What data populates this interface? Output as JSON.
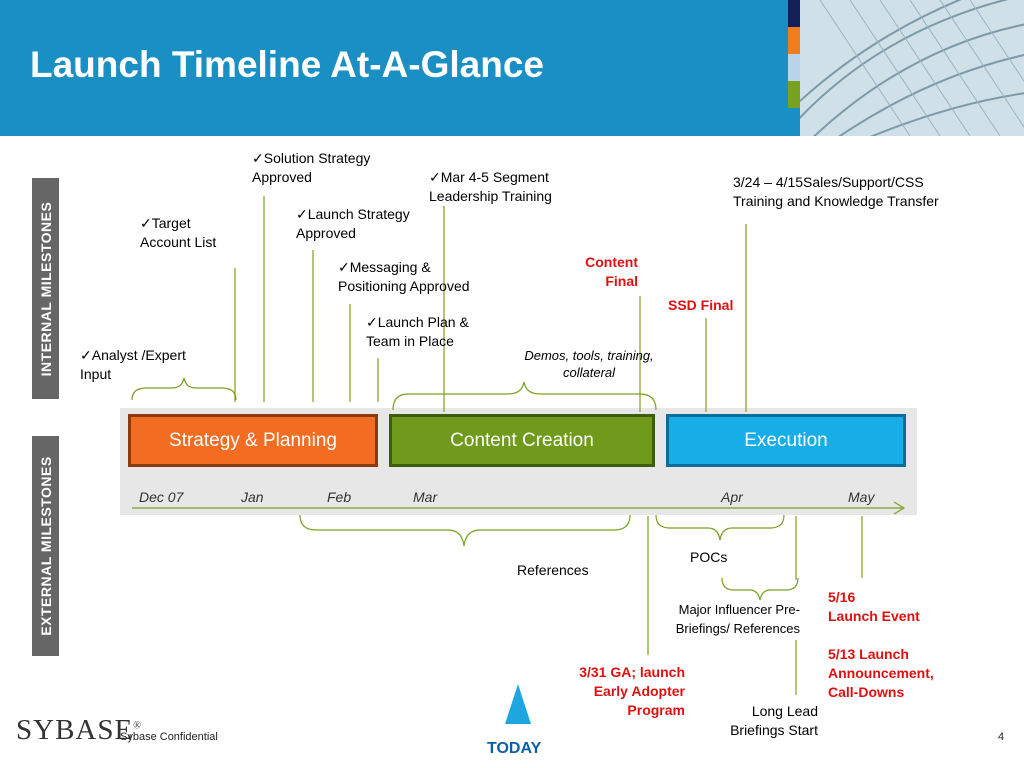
{
  "header": {
    "title": "Launch Timeline At-A-Glance",
    "accent_stripes": [
      "#12205a",
      "#f07c20",
      "#b8d4e8",
      "#7aa021"
    ]
  },
  "sections": {
    "internal": "INTERNAL MILESTONES",
    "external": "EXTERNAL MILESTONES"
  },
  "phases": [
    {
      "label": "Strategy & Planning",
      "color": "#f26c21"
    },
    {
      "label": "Content Creation",
      "color": "#6f9a1b"
    },
    {
      "label": "Execution",
      "color": "#17aee8"
    }
  ],
  "months": [
    "Dec 07",
    "Jan",
    "Feb",
    "Mar",
    "Apr",
    "May"
  ],
  "internal_milestones": {
    "analyst_input": "✓Analyst /Expert\nInput",
    "target_account": "✓Target\nAccount List",
    "solution_strategy": "✓Solution Strategy\nApproved",
    "launch_strategy": "✓Launch Strategy\nApproved",
    "messaging": "✓Messaging &\nPositioning Approved",
    "launch_plan": "✓Launch Plan &\nTeam in Place",
    "segment_training": "✓Mar 4-5 Segment\nLeadership Training",
    "content_final": "Content\nFinal",
    "ssd_final": "SSD Final",
    "sales_training": "3/24 – 4/15Sales/Support/CSS\nTraining and Knowledge Transfer",
    "demos": "Demos, tools, training,\ncollateral"
  },
  "external_milestones": {
    "references": "References",
    "pocs": "POCs",
    "influencer": "Major Influencer Pre-\nBriefings/ References",
    "launch_event": "5/16\nLaunch Event",
    "launch_announcement": "5/13 Launch\nAnnouncement,\nCall-Downs",
    "ga_launch": "3/31 GA; launch\nEarly Adopter\nProgram",
    "long_lead": "Long Lead\nBriefings Start"
  },
  "today": {
    "label": "TODAY",
    "color": "#1fa6e0"
  },
  "footer": {
    "logo": "SYBASE",
    "logo_mark": "®",
    "confidential": "Sybase Confidential",
    "page": "4"
  }
}
